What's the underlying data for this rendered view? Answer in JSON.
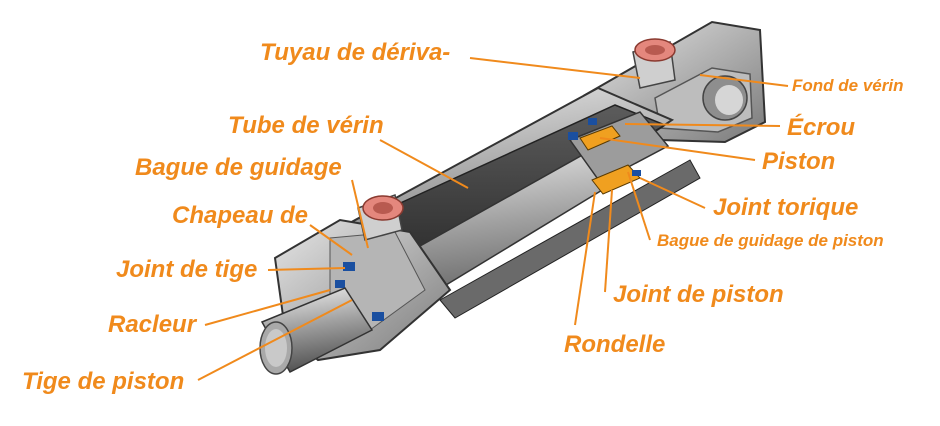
{
  "colors": {
    "label": "#f08a1c",
    "leader": "#f08a1c",
    "steel_light": "#d9d9d9",
    "steel_mid": "#9a9a9a",
    "steel_dark": "#4a4a4a",
    "seal_blue": "#1a4fa0",
    "bearing_orange": "#f0a020",
    "port_pink": "#e4877d"
  },
  "labels": {
    "tuyau": "Tuyau de dériva-",
    "fond": "Fond de vérin",
    "tube": "Tube de vérin",
    "ecrou": "Écrou",
    "piston": "Piston",
    "bague_guidage": "Bague de guidage",
    "joint_torique": "Joint torique",
    "chapeau": "Chapeau de",
    "bague_piston": "Bague de guidage de piston",
    "joint_tige": "Joint de tige",
    "joint_piston": "Joint de piston",
    "racleur": "Racleur",
    "rondelle": "Rondelle",
    "tige": "Tige de piston"
  }
}
